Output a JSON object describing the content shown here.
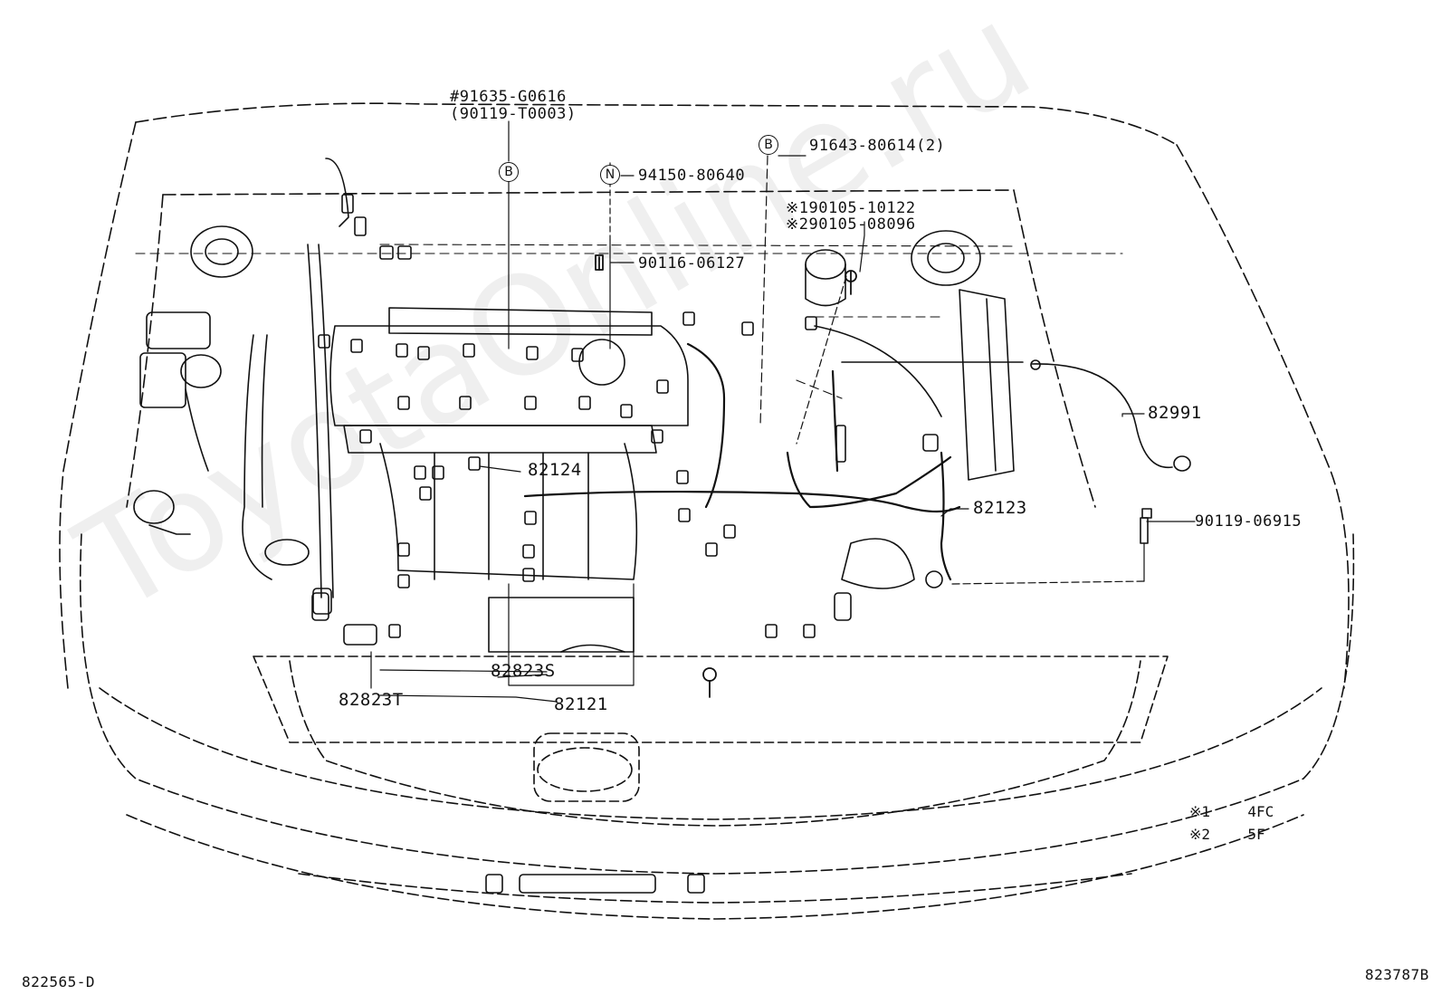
{
  "watermark": "ToyotaOnline.ru",
  "callout_letters": {
    "b": "B",
    "n": "N"
  },
  "labels": {
    "p91635": "#91635-G0616",
    "p90119_t": "(90119-T0003)",
    "p91643": "91643-80614(2)",
    "p94150": "94150-80640",
    "p90105_1": "※190105-10122",
    "p90105_2": "※290105-08096",
    "p90116": "90116-06127",
    "p82991": "82991",
    "p82124": "82124",
    "p82123": "82123",
    "p90119_06915": "90119-06915",
    "p82823S": "82823S",
    "p82823T": "82823T",
    "p82121": "82121"
  },
  "footnotes": [
    {
      "mark": "※1",
      "text": "4FC"
    },
    {
      "mark": "※2",
      "text": "5F"
    }
  ],
  "corner_codes": {
    "left": "822565-D",
    "right": "823787B"
  }
}
